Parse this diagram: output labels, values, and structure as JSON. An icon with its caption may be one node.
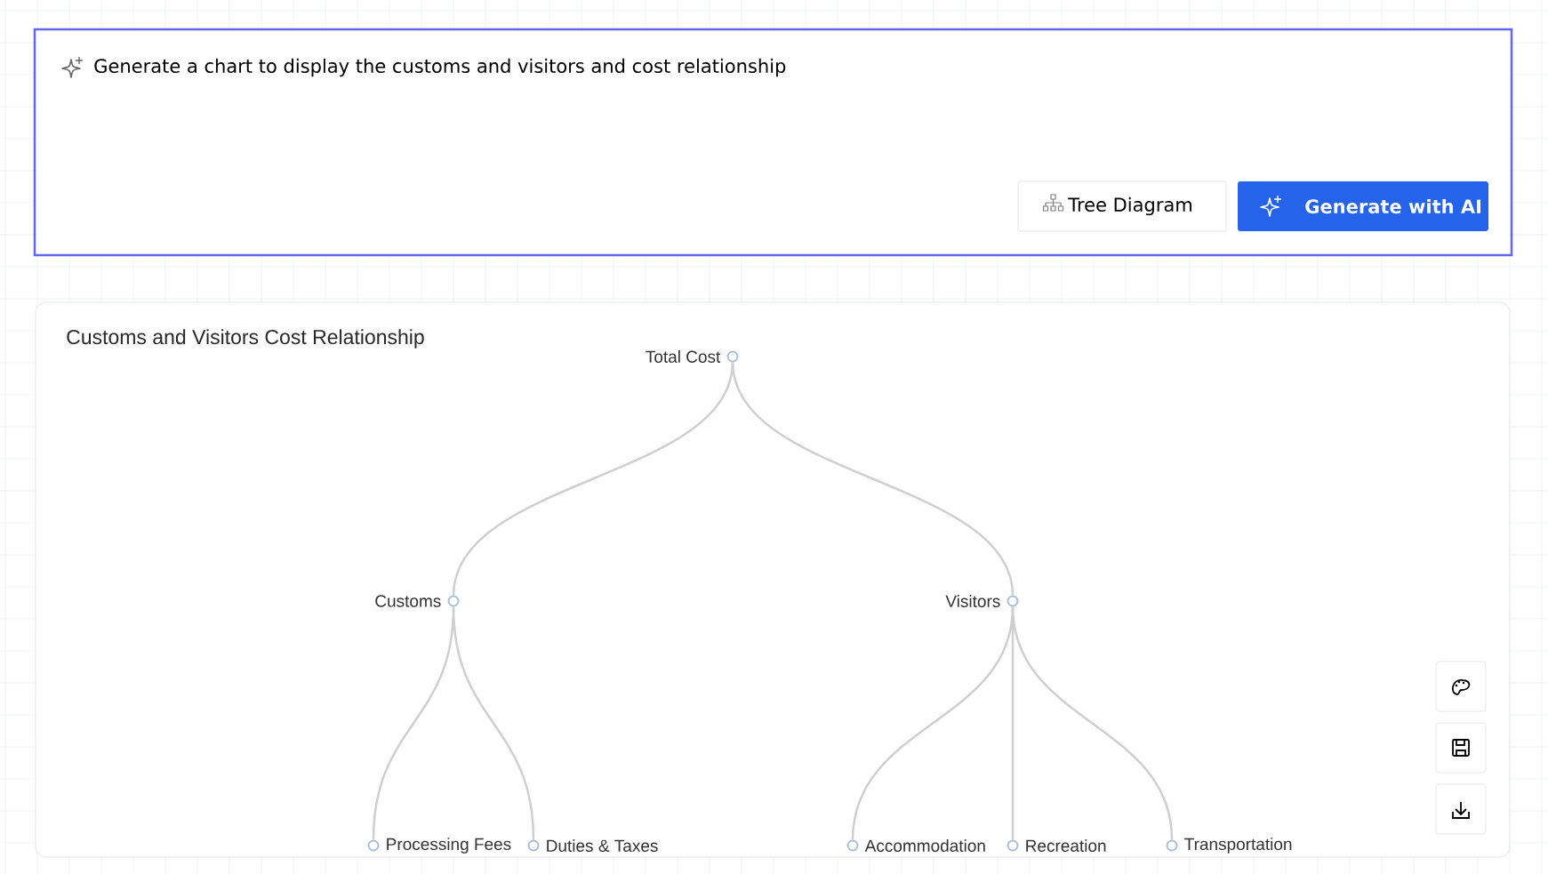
{
  "diagram": {
    "title": "Customs and Visitors Cost Relationship",
    "nodes": [
      {
        "text": [
          "Total Cost"
        ]
      },
      {
        "text": [
          "Customs"
        ]
      },
      {
        "text": [
          "Visitors"
        ]
      },
      {
        "text": [
          "Processing Fees"
        ]
      },
      {
        "text": [
          "Duties & Taxes"
        ]
      },
      {
        "text": [
          "Accommodation"
        ]
      },
      {
        "text": [
          "Recreation"
        ]
      },
      {
        "text": [
          "Transportation"
        ]
      }
    ],
    "edges": [
      {
        "from": 0,
        "to": 1,
        "arrow": "none"
      },
      {
        "from": 0,
        "to": 2,
        "arrow": "none"
      },
      {
        "from": 1,
        "to": 3,
        "arrow": "none"
      },
      {
        "from": 1,
        "to": 4,
        "arrow": "none"
      },
      {
        "from": 2,
        "to": 5,
        "arrow": "none"
      },
      {
        "from": 2,
        "to": 6,
        "arrow": "none"
      },
      {
        "from": 2,
        "to": 7,
        "arrow": "none"
      }
    ],
    "labels": [
      "Generate a chart to display the customs and visitors and cost relationship",
      "Tree Diagram",
      "Generate with AI"
    ]
  }
}
